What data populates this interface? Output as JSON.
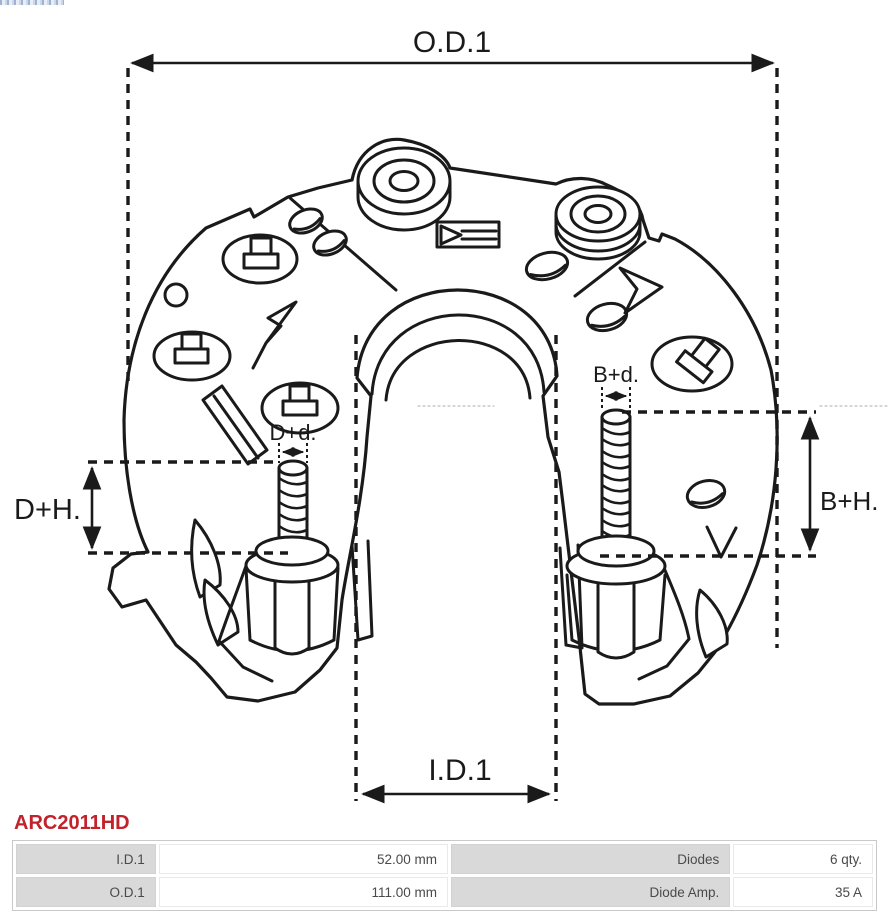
{
  "diagram": {
    "od1": "O.D.1",
    "id1": "I.D.1",
    "dh": "D+H.",
    "bh": "B+H.",
    "dd": "D+d.",
    "bd": "B+d."
  },
  "part": {
    "number": "ARC2011HD"
  },
  "table": {
    "rows": [
      [
        "I.D.1",
        "52.00 mm",
        "Diodes",
        "6 qty."
      ],
      [
        "O.D.1",
        "111.00 mm",
        "Diode Amp.",
        "35 A"
      ]
    ]
  },
  "colors": {
    "line": "#1a1a1a",
    "accent_red": "#c1222b",
    "table_label_bg": "#d9d9d9",
    "table_border": "#c9c9c9",
    "table_text": "#4a4a4a"
  }
}
